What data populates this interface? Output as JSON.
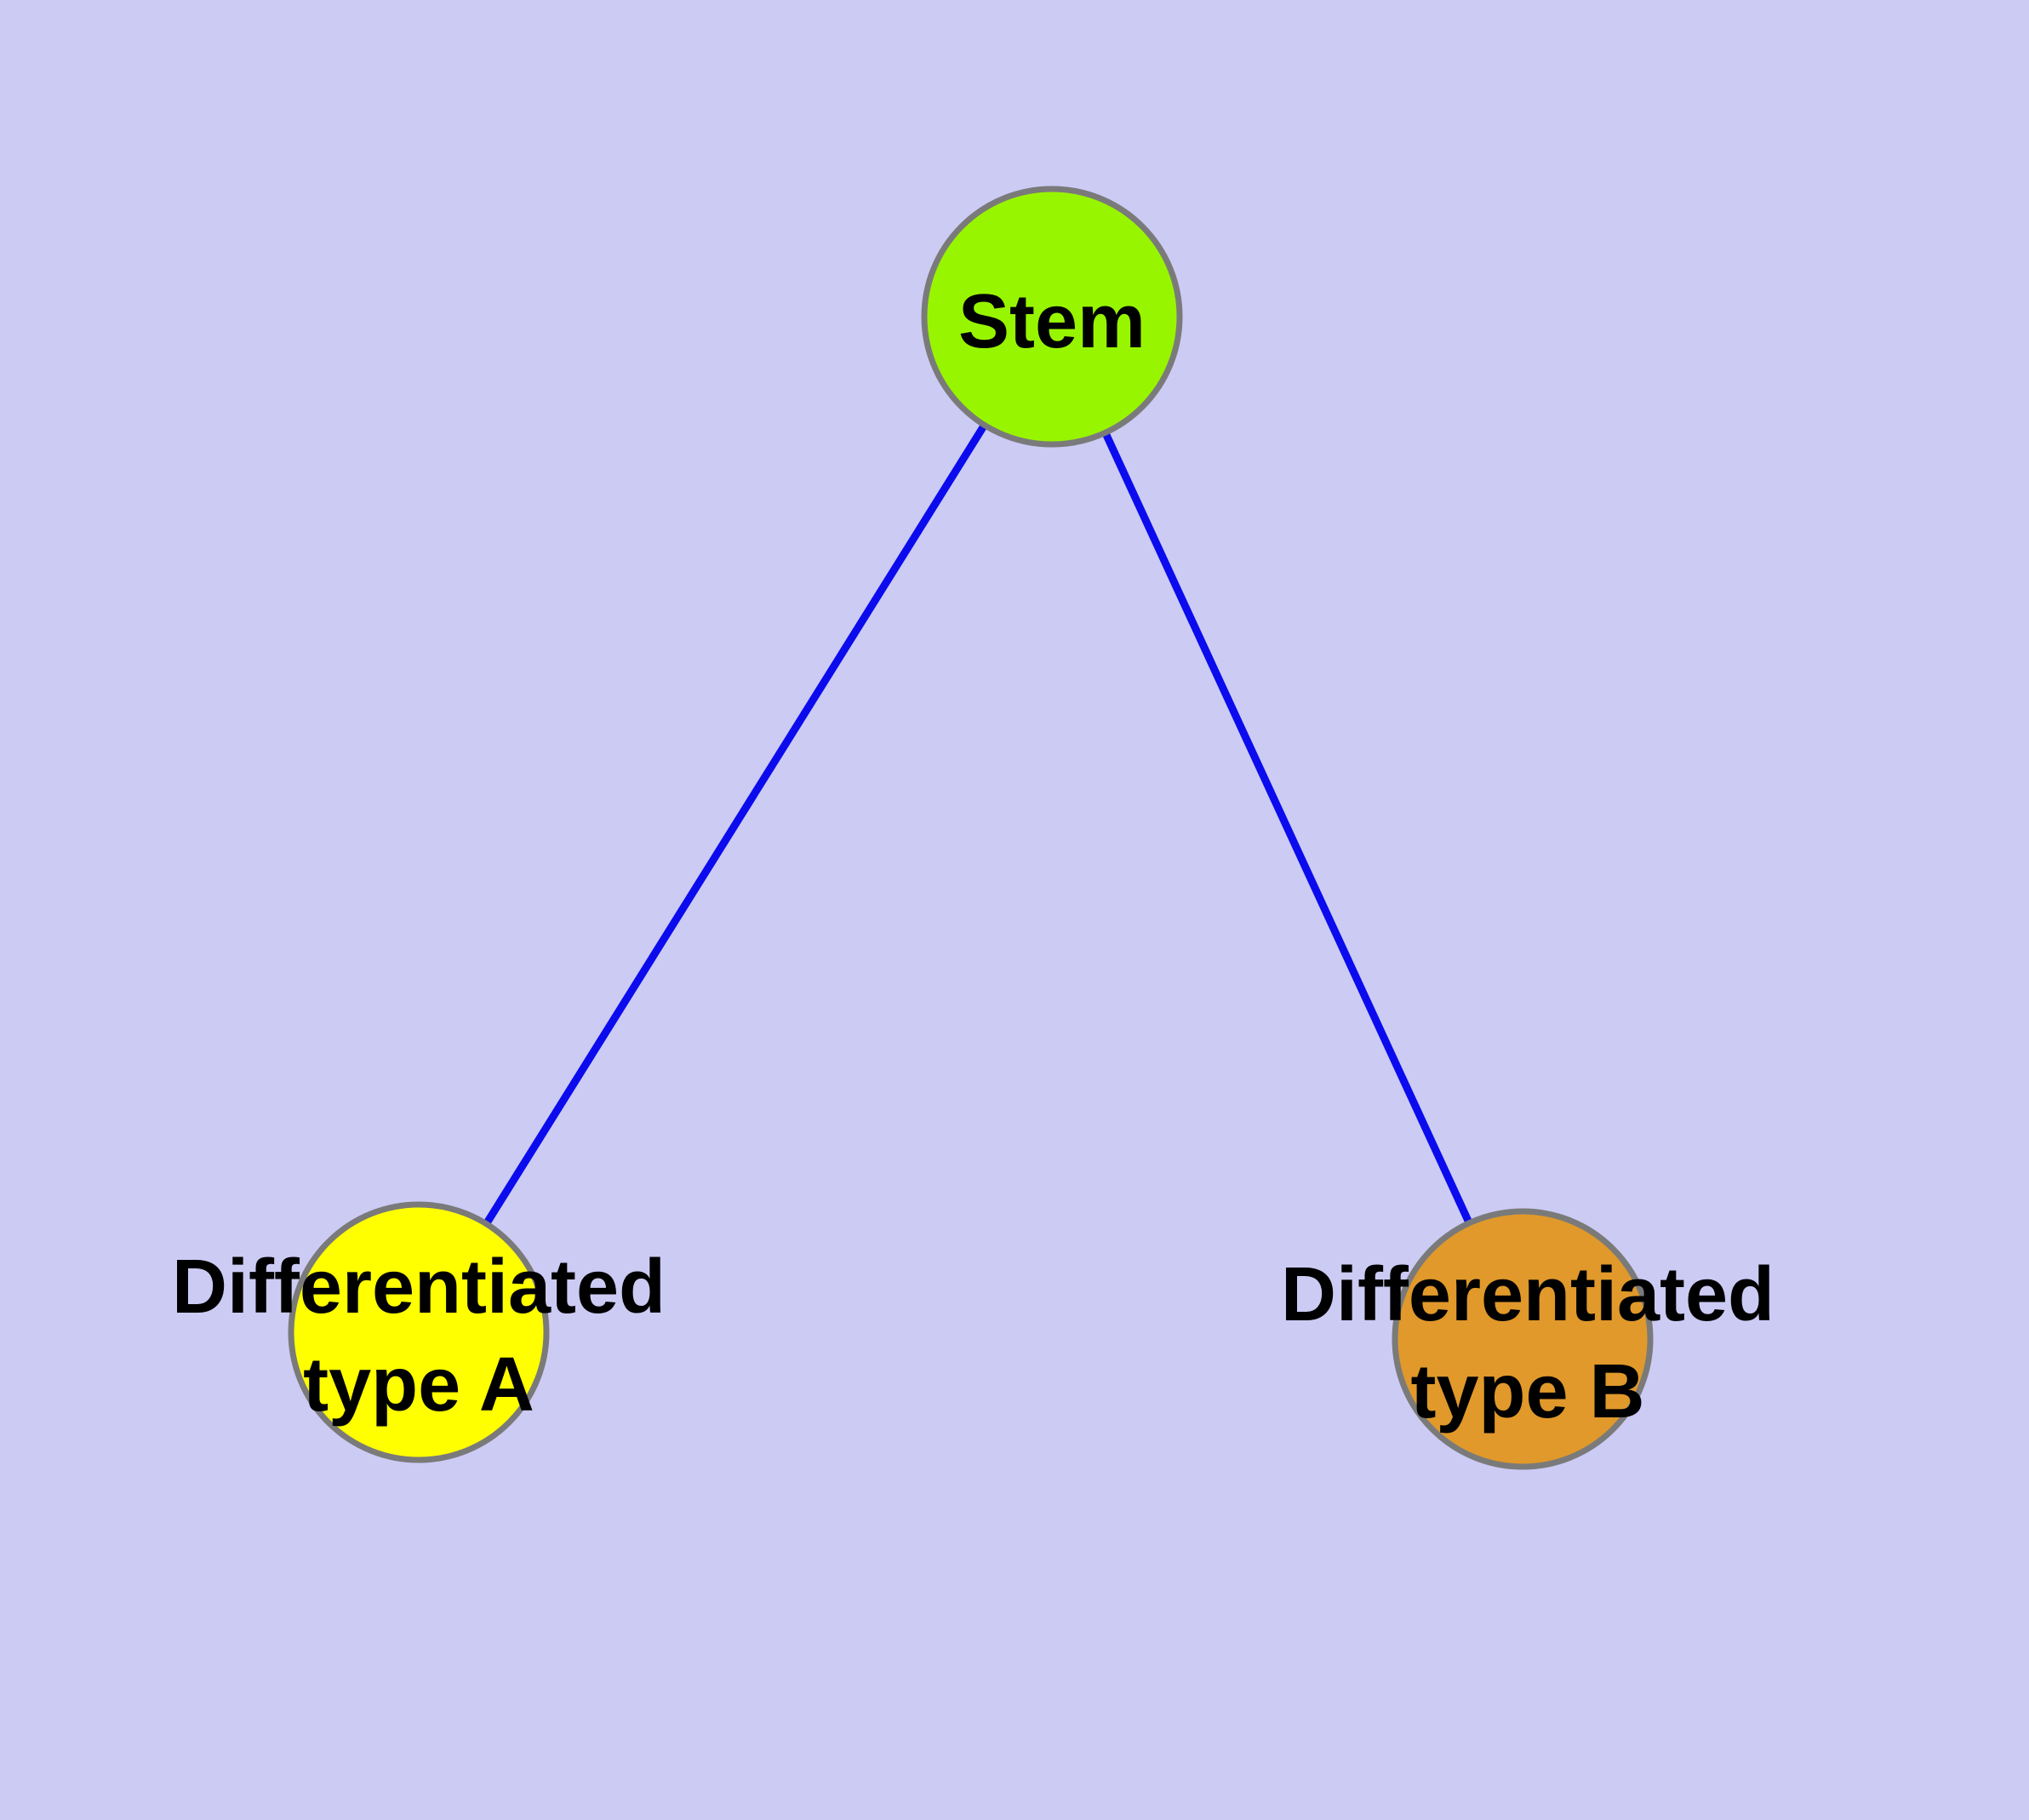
{
  "diagram": {
    "type": "graph",
    "background_color": "#cbcbf4",
    "edge_color": "#0b0bee",
    "node_border_color": "#7a7a7a",
    "nodes": {
      "stem": {
        "label": "Stem",
        "color": "#98f500"
      },
      "type_a": {
        "label": "Differentiated type A",
        "label_line1": "Differentiated",
        "label_line2": "type A",
        "color": "#ffff00"
      },
      "type_b": {
        "label": "Differentiated type B",
        "label_line1": "Differentiated",
        "label_line2": "type B",
        "color": "#e0992a"
      }
    },
    "edges": [
      {
        "from": "Stem",
        "to": "Differentiated type A"
      },
      {
        "from": "Stem",
        "to": "Differentiated type B"
      }
    ]
  }
}
